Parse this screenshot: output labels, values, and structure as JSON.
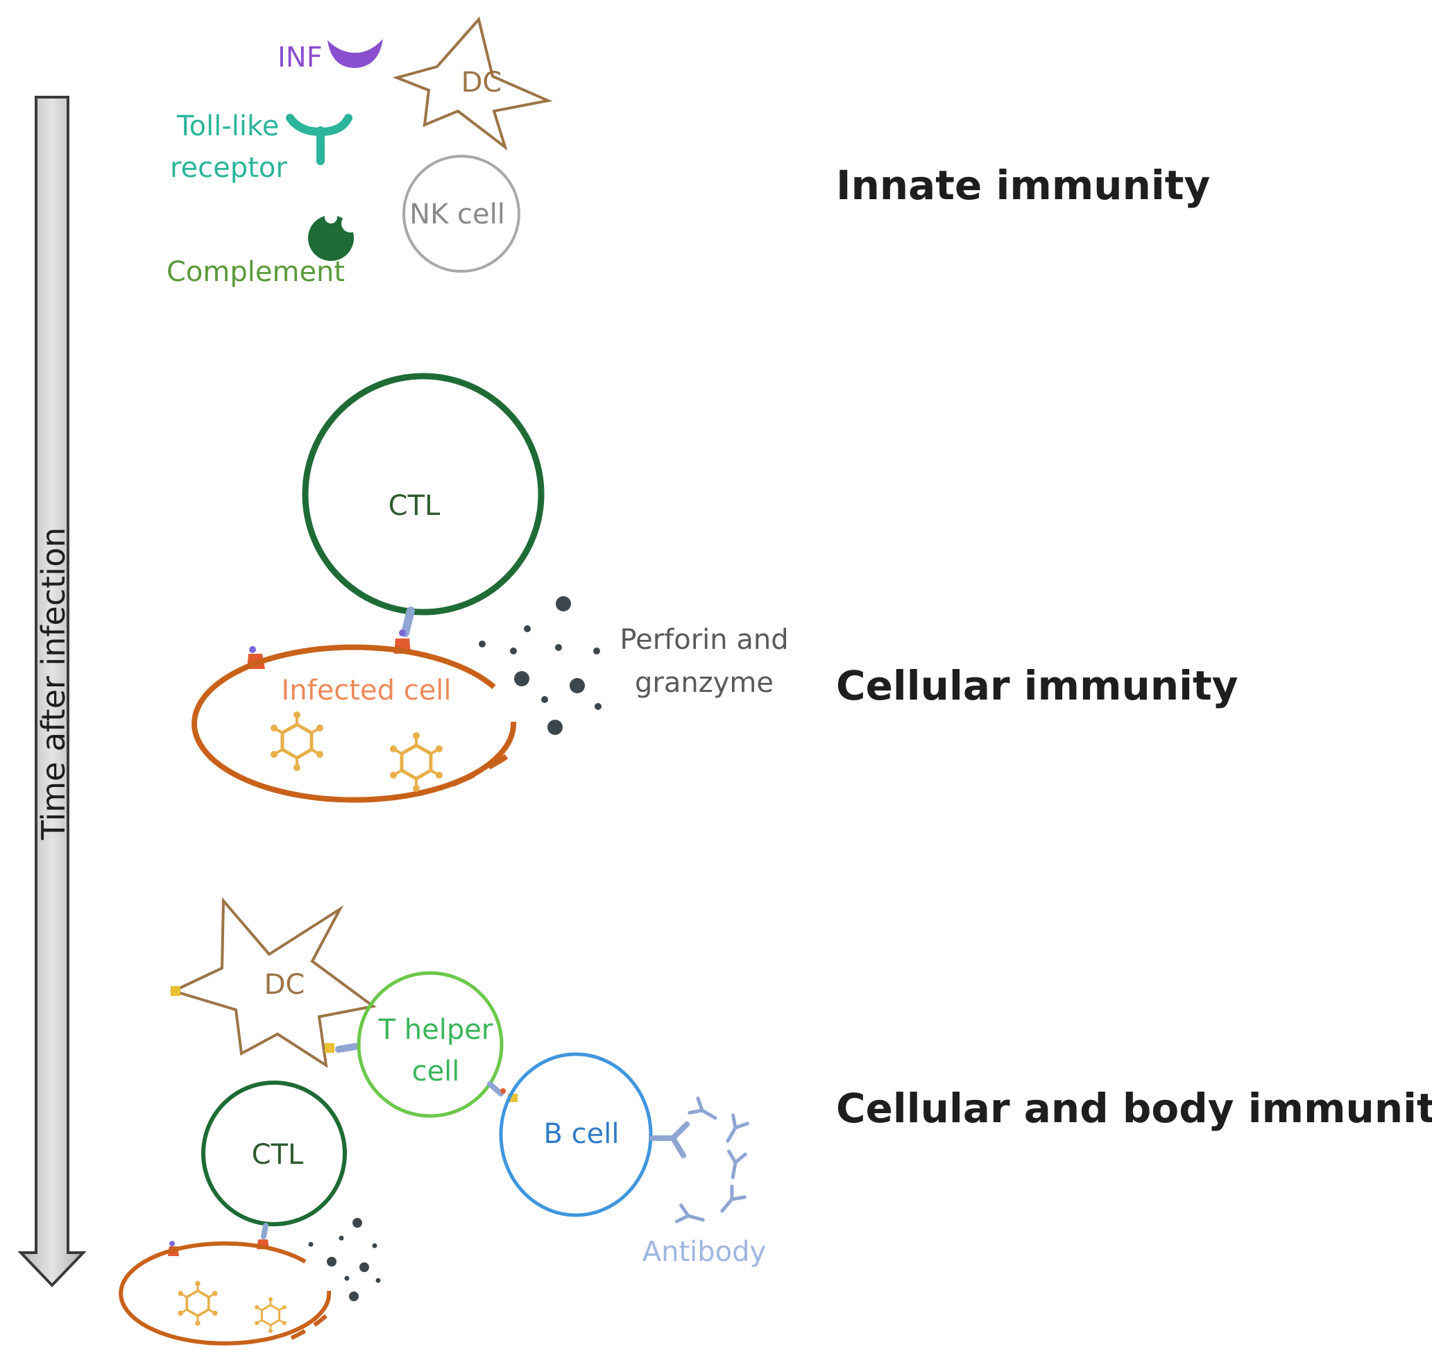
{
  "axis": {
    "label": "Time after infection"
  },
  "stages": [
    {
      "label": "Innate immunity"
    },
    {
      "label": "Cellular immunity"
    },
    {
      "label": "Cellular and body immunity"
    }
  ],
  "innate": {
    "inf": "INF",
    "dc": "DC",
    "toll_line1": "Toll-like",
    "toll_line2": "receptor",
    "nk": "NK cell",
    "complement": "Complement"
  },
  "cellular": {
    "ctl": "CTL",
    "infected": "Infected cell",
    "perforin_line1": "Perforin and",
    "perforin_line2": "granzyme"
  },
  "body": {
    "dc": "DC",
    "thelper_line1": "T helper",
    "thelper_line2": "cell",
    "bcell": "B cell",
    "ctl": "CTL",
    "antibody": "Antibody"
  },
  "colors": {
    "ctl": "#1e6b36",
    "infected": "#c8621a",
    "dc": "#9c7446",
    "nk": "#a8a8a8",
    "tlr": "#2bb59b",
    "inf": "#8a4fcf",
    "complement": "#1e6b36",
    "thelper": "#6cc84a",
    "bcell": "#3f96dd",
    "antibody": "#8fa6d3",
    "virus": "#e8b04a",
    "granule": "#3c474d"
  }
}
